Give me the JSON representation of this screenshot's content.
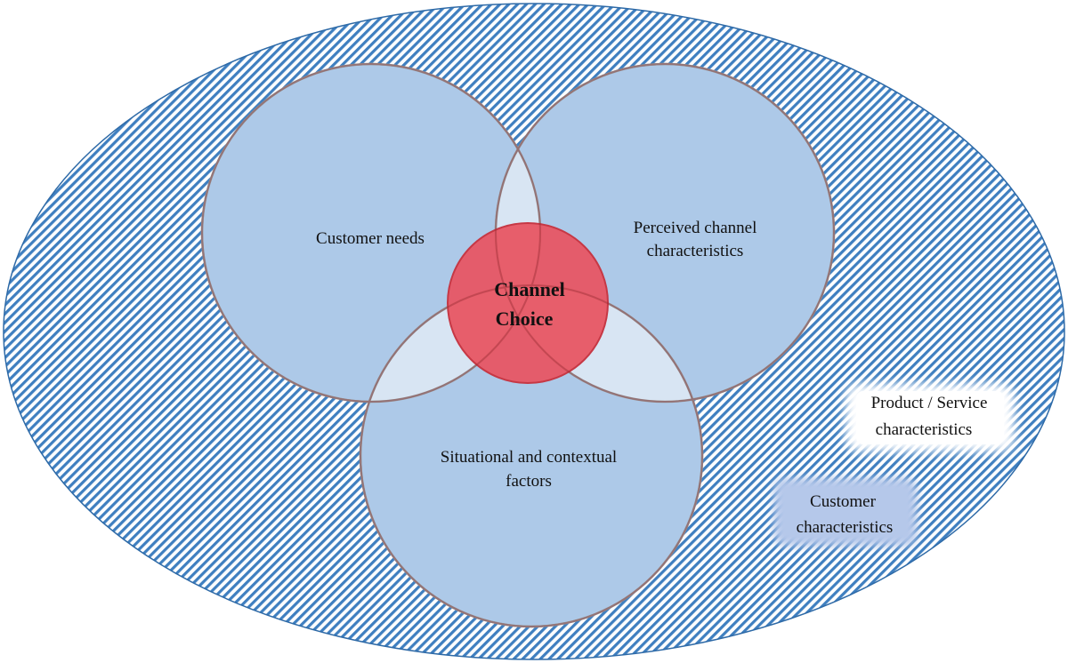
{
  "diagram": {
    "colors": {
      "outer_stripe": "#3f7fc0",
      "outer_border": "#2e6aa7",
      "circle_fill": "#adc9e8",
      "circle_border": "#9a9a9a",
      "overlap_fill": "#d8e5f3",
      "center_fill": "#e8525f",
      "center_border": "#c63845",
      "product_box": "#ffffff",
      "customer_box": "#b5c8ea"
    },
    "circles": {
      "customer_needs": "Customer needs",
      "perceived_line1": "Perceived channel",
      "perceived_line2": "characteristics",
      "situational_line1": "Situational and contextual",
      "situational_line2": "factors"
    },
    "center": {
      "line1": "Channel",
      "line2": "Choice"
    },
    "outer_labels": {
      "product_line1": "Product / Service",
      "product_line2": "characteristics",
      "customer_line1": "Customer",
      "customer_line2": "characteristics"
    }
  }
}
